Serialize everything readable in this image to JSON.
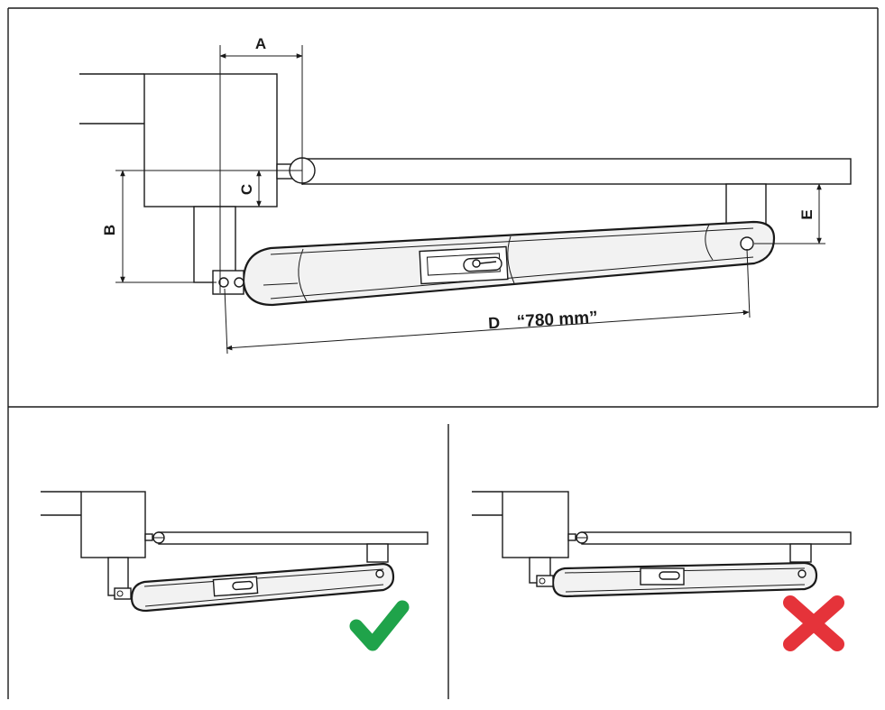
{
  "dimensions": {
    "a_label": "A",
    "b_label": "B",
    "c_label": "C",
    "d_label": "D",
    "d_value": "“780 mm”",
    "e_label": "E"
  },
  "examples": {
    "correct_mark": "check-icon",
    "wrong_mark": "cross-icon"
  },
  "colors": {
    "correct": "#1fa34a",
    "wrong": "#e5333a",
    "line": "#1a1a1a"
  }
}
